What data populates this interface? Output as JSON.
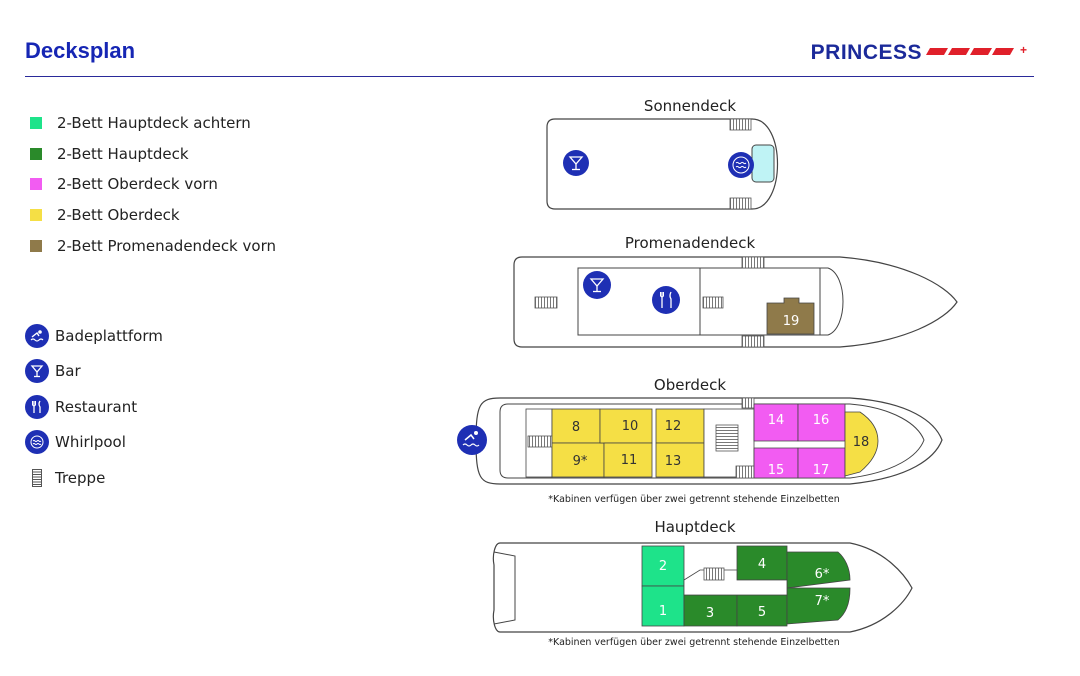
{
  "header": {
    "title": "Decksplan",
    "brand": "PRINCESS"
  },
  "colors": {
    "brand_blue": "#1e2fb4",
    "hauptdeck_achtern": "#1ee38a",
    "hauptdeck": "#2a8a2a",
    "oberdeck_vorn": "#f25cf2",
    "oberdeck": "#f5df45",
    "promenadendeck_vorn": "#8f7a4a",
    "accent_red": "#e0202a"
  },
  "legend": [
    {
      "label": "2-Bett Hauptdeck achtern",
      "color": "#1ee38a"
    },
    {
      "label": "2-Bett Hauptdeck",
      "color": "#2a8a2a"
    },
    {
      "label": "2-Bett Oberdeck vorn",
      "color": "#f25cf2"
    },
    {
      "label": "2-Bett Oberdeck",
      "color": "#f5df45"
    },
    {
      "label": "2-Bett Promenadendeck vorn",
      "color": "#8f7a4a"
    }
  ],
  "icon_legend": [
    {
      "label": "Badeplattform",
      "icon": "swimmer-icon"
    },
    {
      "label": "Bar",
      "icon": "cocktail-icon"
    },
    {
      "label": "Restaurant",
      "icon": "cutlery-icon"
    },
    {
      "label": "Whirlpool",
      "icon": "whirlpool-icon"
    },
    {
      "label": "Treppe",
      "icon": "stairs-icon"
    }
  ],
  "decks": {
    "sonnendeck": {
      "name": "Sonnendeck"
    },
    "promenadendeck": {
      "name": "Promenadendeck",
      "cabins": [
        "19"
      ]
    },
    "oberdeck": {
      "name": "Oberdeck",
      "cabins": [
        "8",
        "9*",
        "10",
        "11",
        "12",
        "13",
        "14",
        "15",
        "16",
        "17",
        "18"
      ],
      "note": "*Kabinen verfügen über zwei getrennt stehende Einzelbetten"
    },
    "hauptdeck": {
      "name": "Hauptdeck",
      "cabins": [
        "1",
        "2",
        "3",
        "4",
        "5",
        "6*",
        "7*"
      ],
      "note": "*Kabinen verfügen über zwei getrennt stehende Einzelbetten"
    }
  }
}
